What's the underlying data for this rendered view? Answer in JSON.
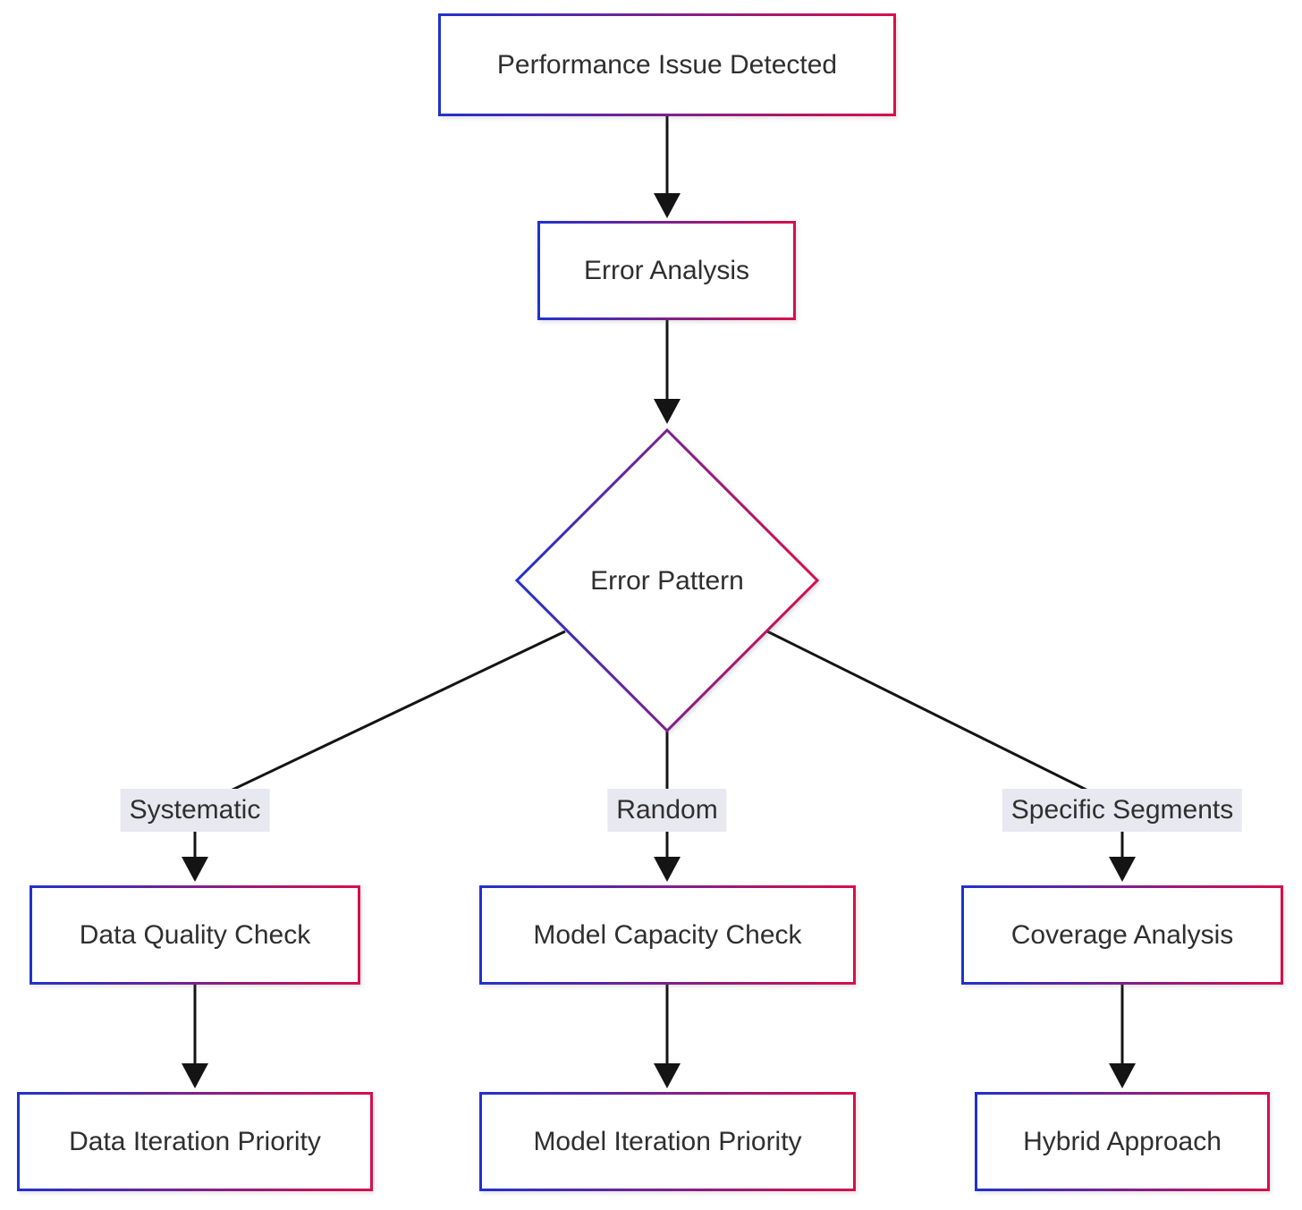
{
  "diagram": {
    "type": "flowchart",
    "direction": "top-down",
    "colors": {
      "background": "#ffffff",
      "node_fill": "#ffffff",
      "node_text": "#2f2f2f",
      "gradient_start": "#2231cc",
      "gradient_end": "#d60f4c",
      "edge_line": "#141414",
      "edge_label_bg": "#e8e8f0",
      "edge_label_text": "#2f2f2f"
    },
    "nodes": {
      "start": {
        "label": "Performance Issue Detected",
        "shape": "rectangle"
      },
      "error_analysis": {
        "label": "Error Analysis",
        "shape": "rectangle"
      },
      "error_pattern": {
        "label": "Error Pattern",
        "shape": "diamond"
      },
      "data_quality_check": {
        "label": "Data Quality Check",
        "shape": "rectangle"
      },
      "model_capacity_check": {
        "label": "Model Capacity Check",
        "shape": "rectangle"
      },
      "coverage_analysis": {
        "label": "Coverage Analysis",
        "shape": "rectangle"
      },
      "data_iteration_priority": {
        "label": "Data Iteration Priority",
        "shape": "rectangle"
      },
      "model_iteration_priority": {
        "label": "Model Iteration Priority",
        "shape": "rectangle"
      },
      "hybrid_approach": {
        "label": "Hybrid Approach",
        "shape": "rectangle"
      }
    },
    "edge_labels": {
      "systematic": "Systematic",
      "random": "Random",
      "specific_segments": "Specific Segments"
    },
    "edges": [
      {
        "from": "start",
        "to": "error_analysis",
        "label": ""
      },
      {
        "from": "error_analysis",
        "to": "error_pattern",
        "label": ""
      },
      {
        "from": "error_pattern",
        "to": "data_quality_check",
        "label": "Systematic"
      },
      {
        "from": "error_pattern",
        "to": "model_capacity_check",
        "label": "Random"
      },
      {
        "from": "error_pattern",
        "to": "coverage_analysis",
        "label": "Specific Segments"
      },
      {
        "from": "data_quality_check",
        "to": "data_iteration_priority",
        "label": ""
      },
      {
        "from": "model_capacity_check",
        "to": "model_iteration_priority",
        "label": ""
      },
      {
        "from": "coverage_analysis",
        "to": "hybrid_approach",
        "label": ""
      }
    ]
  }
}
